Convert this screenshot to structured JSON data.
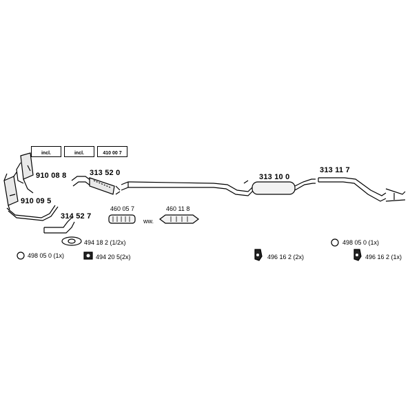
{
  "parts": {
    "p910088": "910 08 8",
    "p910095": "910 09 5",
    "p313520": "313 52 0",
    "p314527": "314 52 7",
    "p460057": "460 05 7",
    "p460118": "460 11 8",
    "p313100": "313 10 0",
    "p313117": "313 11 7",
    "ww": "ww.",
    "box_incl_1": "incl.",
    "box_incl_2": "incl.",
    "box_410007": "410 00 7"
  },
  "hardware": {
    "h494182": "494 18 2  (1/2x)",
    "h494205": "494 20 5(2x)",
    "h498050_left": "498 05 0 (1x)",
    "h496162_mid": "496 16 2  (2x)",
    "h498050_right": "498 05 0 (1x)",
    "h496162_right": "496 16 2  (1x)"
  }
}
